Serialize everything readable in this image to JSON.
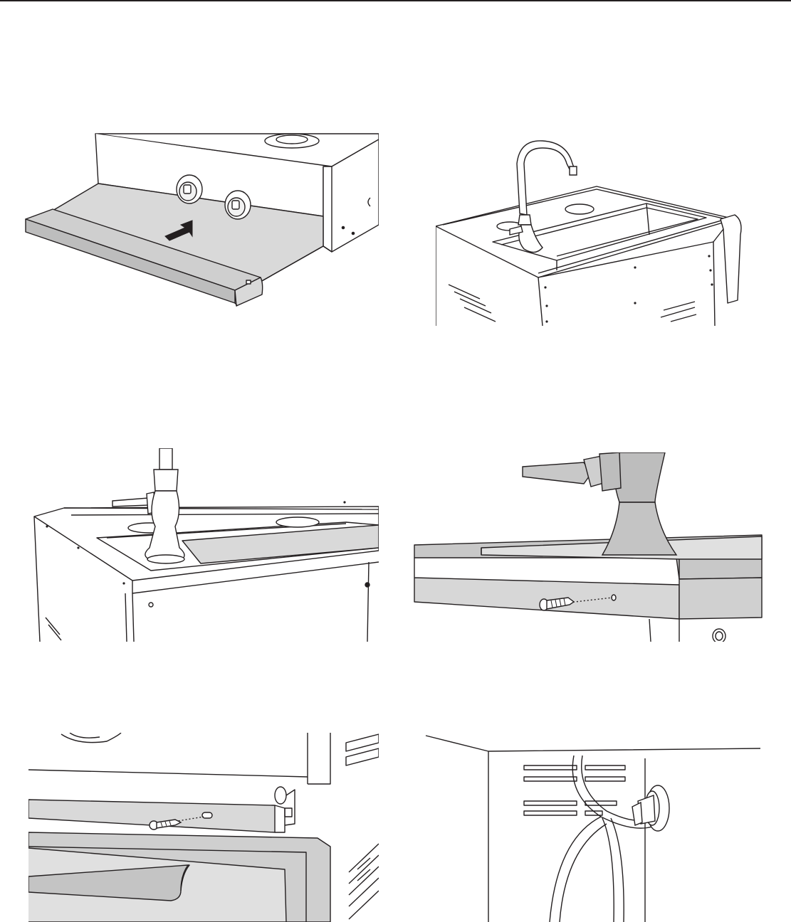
{
  "page": {
    "figures": [
      {
        "id": "fig-1",
        "depicts": "drawer-removal-arrow"
      },
      {
        "id": "fig-2",
        "depicts": "sink-faucet-overview"
      },
      {
        "id": "fig-3",
        "depicts": "faucet-base-on-counter"
      },
      {
        "id": "fig-4",
        "depicts": "faucet-mount-screw"
      },
      {
        "id": "fig-5",
        "depicts": "front-panel-screw"
      },
      {
        "id": "fig-6",
        "depicts": "hose-routing"
      }
    ]
  },
  "colors": {
    "line": "#231f20",
    "panel_fill": "#d9d9d9",
    "panel_fill_dark": "#c4c4c4",
    "background": "#ffffff"
  },
  "icons": [
    "arrow-icon",
    "screw-icon",
    "knob-icon",
    "faucet-icon",
    "hose-icon"
  ]
}
